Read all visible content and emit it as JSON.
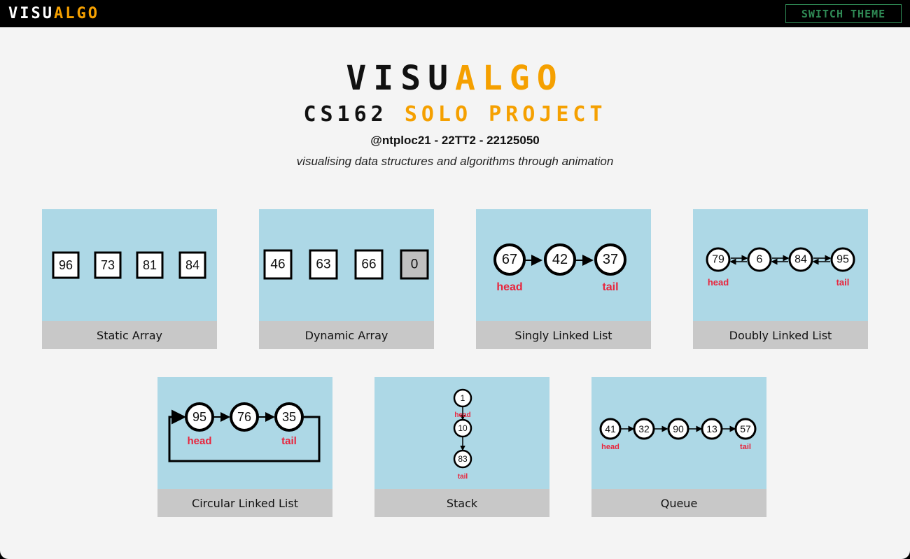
{
  "topbar": {
    "brand_white": "VISU",
    "brand_orange": "ALGO",
    "theme_button": "SWITCH THEME"
  },
  "hero": {
    "logo_white": "VISU",
    "logo_orange": "ALGO",
    "subtitle_dark": "CS162",
    "subtitle_orange": "SOLO PROJECT",
    "author": "@ntploc21 - 22TT2 - 22125050",
    "tagline": "visualising data structures and algorithms through animation"
  },
  "colors": {
    "accent": "#f5a000",
    "theme_button": "#2f8a55",
    "thumb_bg": "#add8e6",
    "label_bg": "#c8c8c8",
    "head_tail": "#e8243c"
  },
  "cards": [
    {
      "label": "Static Array",
      "values": [
        "96",
        "73",
        "81",
        "84"
      ]
    },
    {
      "label": "Dynamic Array",
      "values": [
        "46",
        "63",
        "66",
        "0"
      ]
    },
    {
      "label": "Singly Linked List",
      "values": [
        "67",
        "42",
        "37"
      ],
      "head": "head",
      "tail": "tail"
    },
    {
      "label": "Doubly Linked List",
      "values": [
        "79",
        "6",
        "84",
        "95"
      ],
      "head": "head",
      "tail": "tail"
    },
    {
      "label": "Circular Linked List",
      "values": [
        "95",
        "76",
        "35"
      ],
      "head": "head",
      "tail": "tail"
    },
    {
      "label": "Stack",
      "values": [
        "1",
        "10",
        "83"
      ],
      "head": "head",
      "tail": "tail"
    },
    {
      "label": "Queue",
      "values": [
        "41",
        "32",
        "90",
        "13",
        "57"
      ],
      "head": "head",
      "tail": "tail"
    }
  ]
}
